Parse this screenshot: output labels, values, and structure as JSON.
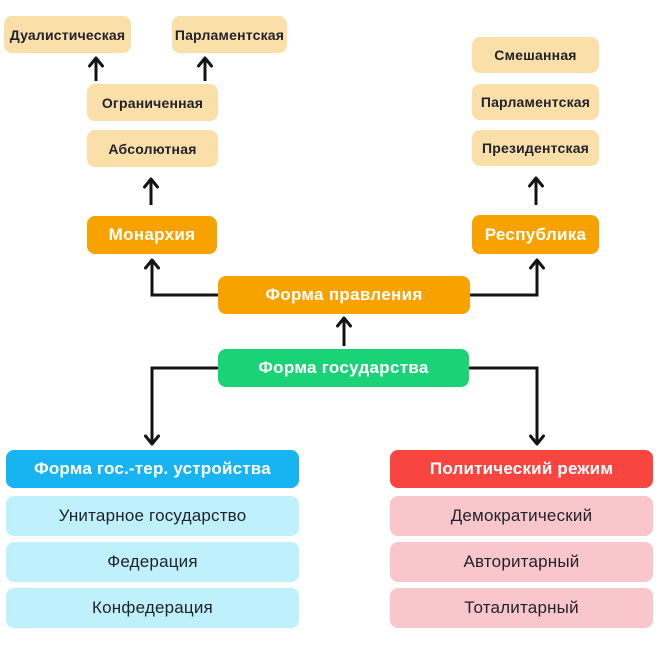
{
  "colors": {
    "peach": "#FBDFA8",
    "orange": "#F8A200",
    "green": "#1BD377",
    "blue": "#18B4F2",
    "red": "#F9453F",
    "cyan": "#BEF1FB",
    "pink": "#F9C6CB",
    "ink": "#20232B",
    "light_text": "#FFFFFF",
    "arrow": "#141414"
  },
  "nodes": {
    "forma_gosudarstva": "Форма государства",
    "forma_pravleniya": "Форма правления",
    "monarkhiya": "Монархия",
    "respublika": "Республика",
    "absolyutnaya": "Абсолютная",
    "ogranichennaya": "Ограниченная",
    "dualisticheskaya": "Дуалистическая",
    "parlamentskaya_monarkhiya": "Парламентская",
    "smeshannaya": "Смешанная",
    "parlamentskaya_respublika": "Парламентская",
    "prezidentskaya": "Президентская",
    "forma_ter_ustroystva": "Форма гос.-тер. устройства",
    "unitarnoye_gosudarstvo": "Унитарное государство",
    "federatsiya": "Федерация",
    "konfederatsiya": "Конфедерация",
    "politicheskiy_rezhim": "Политический режим",
    "demokraticheskiy": "Демократический",
    "avtoritarnyy": "Авторитарный",
    "totalitarnyy": "Тоталитарный"
  }
}
